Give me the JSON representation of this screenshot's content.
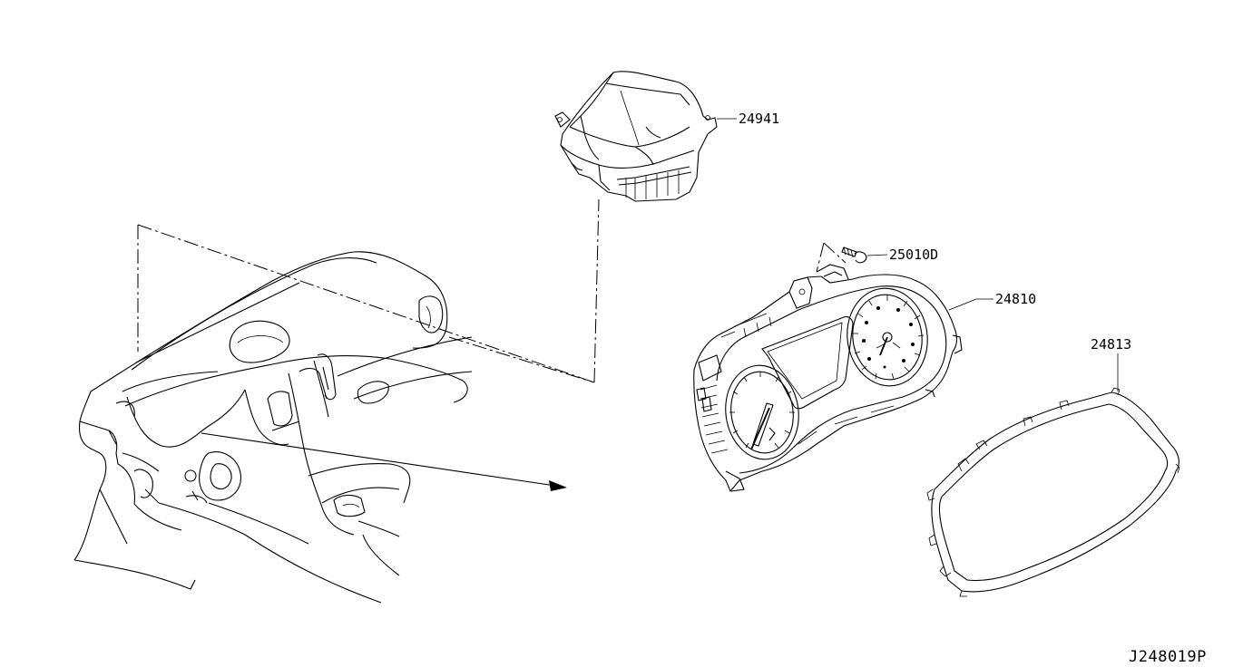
{
  "parts": [
    {
      "id": "meter-control-unit",
      "number": "24941"
    },
    {
      "id": "screw",
      "number": "25010D"
    },
    {
      "id": "combination-meter",
      "number": "24810"
    },
    {
      "id": "meter-cover",
      "number": "24813"
    }
  ],
  "diagram_id": "J248019P"
}
